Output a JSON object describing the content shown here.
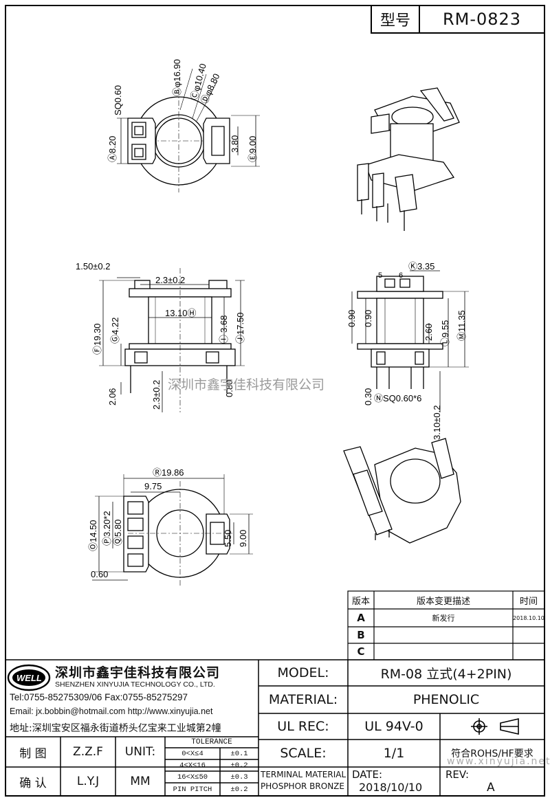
{
  "header": {
    "type_label": "型号",
    "model_code": "RM-0823"
  },
  "watermark": {
    "company": "深圳市鑫宇佳科技有限公司",
    "site": "www.xinyujia.net"
  },
  "drawing": {
    "top_view": {
      "b": "Ⓑφ16.90",
      "c": "Ⓒφ10.40",
      "d": "Ⓓφ8.80",
      "sq": "SQ0.60",
      "a": "Ⓐ8.20",
      "d380": "3.80",
      "e": "Ⓔ9.00"
    },
    "side_view": {
      "d150": "1.50±0.2",
      "d23": "2.3±0.2",
      "h": "13.10Ⓗ",
      "f": "Ⓕ19.30",
      "g": "Ⓖ4.22",
      "d368": "3.68",
      "i": "Ⓘ",
      "j": "Ⓙ17.50",
      "d080": "0.80",
      "d206": "2.06",
      "d23b": "2.3±0.2"
    },
    "front_view": {
      "k": "Ⓚ3.35",
      "d5": "5",
      "d6": "6",
      "d090a": "0.90",
      "d090b": "0.90",
      "d260": "2.60",
      "l": "Ⓛ9.55",
      "m": "Ⓜ11.35",
      "d030": "0.30",
      "n": "ⓃSQ0.60*6",
      "d310": "3.10±0.2"
    },
    "bottom_view": {
      "r": "Ⓡ19.86",
      "d975": "9.75",
      "o": "Ⓞ14.50",
      "p": "Ⓟ3.20*2",
      "q": "Ⓠ5.80",
      "d550": "5.50",
      "d900": "9.00",
      "d060": "0.60"
    }
  },
  "revision_table": {
    "headers": [
      "版本",
      "版本变更描述",
      "时间"
    ],
    "rows": [
      {
        "version": "A",
        "description": "新发行",
        "date": "2018.10.10"
      },
      {
        "version": "B",
        "description": "",
        "date": ""
      },
      {
        "version": "C",
        "description": "",
        "date": ""
      }
    ]
  },
  "company": {
    "logo_text": "WELL",
    "name_cn": "深圳市鑫宇佳科技有限公司",
    "name_en": "SHENZHEN XINYUJIA TECHNOLOGY CO., LTD.",
    "tel_fax": "Tel:0755-85275309/06   Fax:0755-85275297",
    "email": "Email: jx.bobbin@hotmail.com  http://www.xinyujia.net",
    "address": "地址:深圳宝安区福永街道桥头亿宝来工业城第2幢"
  },
  "title_block": {
    "model_label": "MODEL:",
    "model_value": "RM-08 立式(4+2PIN)",
    "material_label": "MATERIAL:",
    "material_value": "PHENOLIC",
    "ulrec_label": "UL REC:",
    "ulrec_value": "UL 94V-0",
    "scale_label": "SCALE:",
    "scale_value": "1/1",
    "rohs": "符合ROHS/HF要求",
    "terminal_material": "TERMINAL MATERIAL",
    "phosphor_bronze": "PHOSPHOR BRONZE",
    "date_label": "DATE:",
    "date_value": "2018/10/10",
    "rev_label": "REV:",
    "rev_value": "A",
    "draw_label": "制 图",
    "draw_value": "Z.Z.F",
    "check_label": "确 认",
    "check_value": "L.Y.J",
    "unit_label": "UNIT:",
    "unit_value": "MM",
    "tolerance_title": "TOLERANCE",
    "tolerances": [
      {
        "range": "0<X≤4",
        "value": "±0.1"
      },
      {
        "range": "4<X≤16",
        "value": "±0.2"
      },
      {
        "range": "16<X≤50",
        "value": "±0.3"
      },
      {
        "range": "PIN PITCH",
        "value": "±0.2"
      }
    ]
  }
}
